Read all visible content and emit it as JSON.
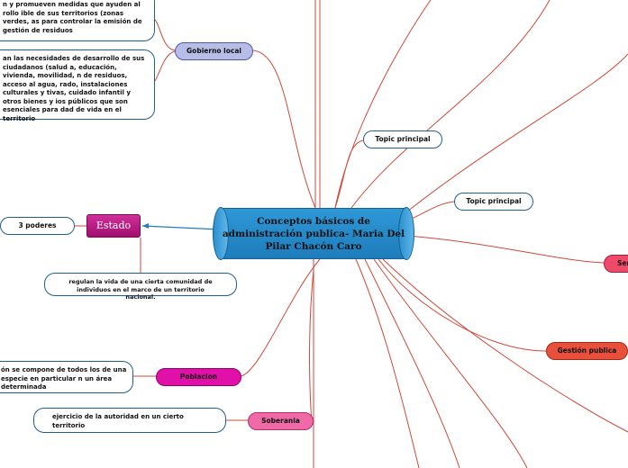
{
  "central": {
    "title": "Conceptos básicos de administración publica- Maria Del Pilar Chacón Caro"
  },
  "nodes": {
    "gobierno_local": "Gobierno local",
    "gobierno_desc1": "n y promueven medidas que ayuden al rollo ible de sus territorios (zonas verdes, as para controlar la emisión de gestión de residuos",
    "gobierno_desc2": "an las necesidades de desarrollo de sus ciudadanos (salud a, educación, vivienda, movilidad, n de residuos, acceso al agua, rado, instalaciones culturales y tivas, cuidado infantil y otros bienes y ios públicos que son esenciales para dad de vida en el territorio",
    "estado": "Estado",
    "tres_poderes": "3 poderes",
    "estado_desc": "regulan la vida de una cierta comunidad de individuos en el marco de un territorio nacional.",
    "poblacion": "Poblacion",
    "poblacion_desc": "ón se compone de todos los de una especie en particular n un área determinada",
    "soberania": "Soberania",
    "soberania_desc": "ejercicio de la autoridad en un cierto territorio",
    "topic1": "Topic principal",
    "topic2": "Topic principal",
    "ser": "Ser",
    "gestion": "Gestión publica"
  },
  "colors": {
    "central": "#2a8fd0",
    "gobierno": "#b7bde6",
    "estado": "#c0208a",
    "poblacion": "#e010a8",
    "soberania": "#ef6aa6",
    "ser": "#ef4a6a",
    "gestion": "#e9503c",
    "link": "#d0483a"
  }
}
